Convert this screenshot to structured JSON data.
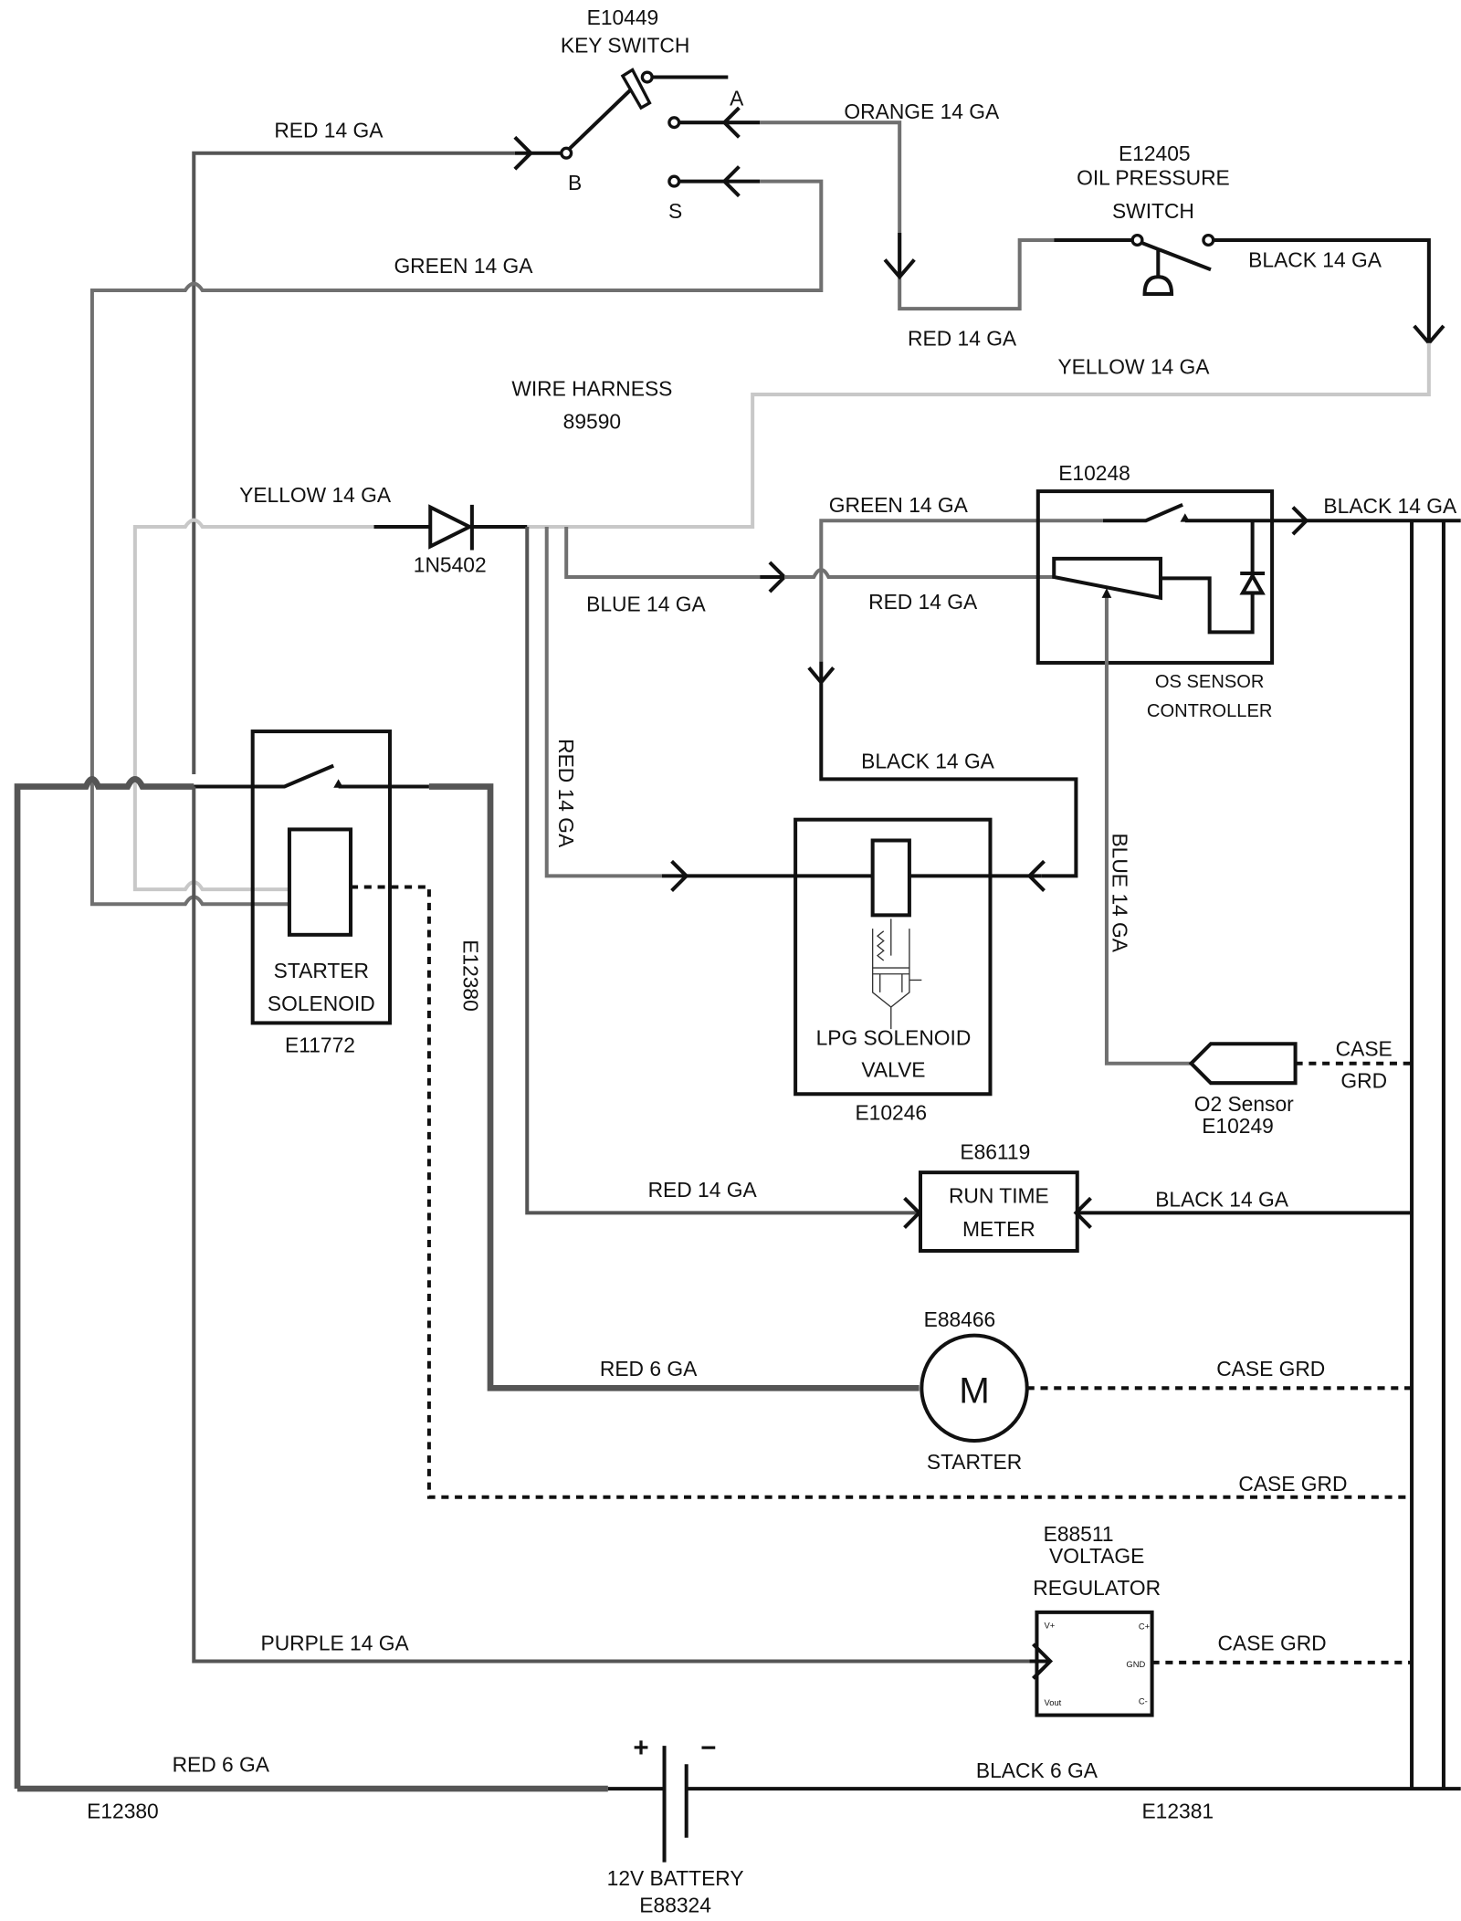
{
  "title": "Wiring schematic",
  "labels": {
    "key_switch_id": "E10449",
    "key_switch_name": "KEY SWITCH",
    "term_a": "A",
    "term_b": "B",
    "term_s": "S",
    "red14_top": "RED 14 GA",
    "orange14": "ORANGE 14 GA",
    "green14_top": "GREEN 14 GA",
    "oil_id": "E12405",
    "oil_name1": "OIL PRESSURE",
    "oil_name2": "SWITCH",
    "black14_oil": "BLACK 14 GA",
    "red14_oil": "RED 14 GA",
    "yellow14_top": "YELLOW 14 GA",
    "harness1": "WIRE HARNESS",
    "harness2": "89590",
    "yellow14_left": "YELLOW 14 GA",
    "diode": "1N5402",
    "green14_mid": "GREEN 14 GA",
    "os_id": "E10248",
    "black14_os": "BLACK 14 GA",
    "blue14_h": "BLUE 14 GA",
    "red14_mid": "RED 14 GA",
    "os_name1": "OS SENSOR",
    "os_name2": "CONTROLLER",
    "red14_vert": "RED 14 GA",
    "black14_lpg": "BLACK 14 GA",
    "blue14_vert": "BLUE 14 GA",
    "lpg_name1": "LPG SOLENOID",
    "lpg_name2": "VALVE",
    "lpg_id": "E10246",
    "o2_case1": "CASE",
    "o2_case2": "GRD",
    "o2_name": "O2 Sensor",
    "o2_id": "E10249",
    "starter_sol1": "STARTER",
    "starter_sol2": "SOLENOID",
    "starter_sol_id": "E11772",
    "e12380_vert": "E12380",
    "rtm_id": "E86119",
    "rtm_name1": "RUN TIME",
    "rtm_name2": "METER",
    "red14_rtm": "RED 14 GA",
    "black14_rtm": "BLACK 14 GA",
    "starter_id": "E88466",
    "starter_m": "M",
    "starter_name": "STARTER",
    "red6_starter": "RED 6 GA",
    "case_grd_starter": "CASE GRD",
    "case_grd_sol": "CASE GRD",
    "vr_id": "E88511",
    "vr_name1": "VOLTAGE",
    "vr_name2": "REGULATOR",
    "vr_vplus": "V+",
    "vr_cplus": "C+",
    "vr_gnd": "GND",
    "vr_vout": "Vout",
    "vr_cminus": "C-",
    "purple14": "PURPLE 14 GA",
    "case_grd_vr": "CASE GRD",
    "red6_batt": "RED 6 GA",
    "e12380_bottom": "E12380",
    "black6": "BLACK 6 GA",
    "e12381": "E12381",
    "batt_plus": "+",
    "batt_minus": "−",
    "batt_name": "12V BATTERY",
    "batt_id": "E88324"
  }
}
